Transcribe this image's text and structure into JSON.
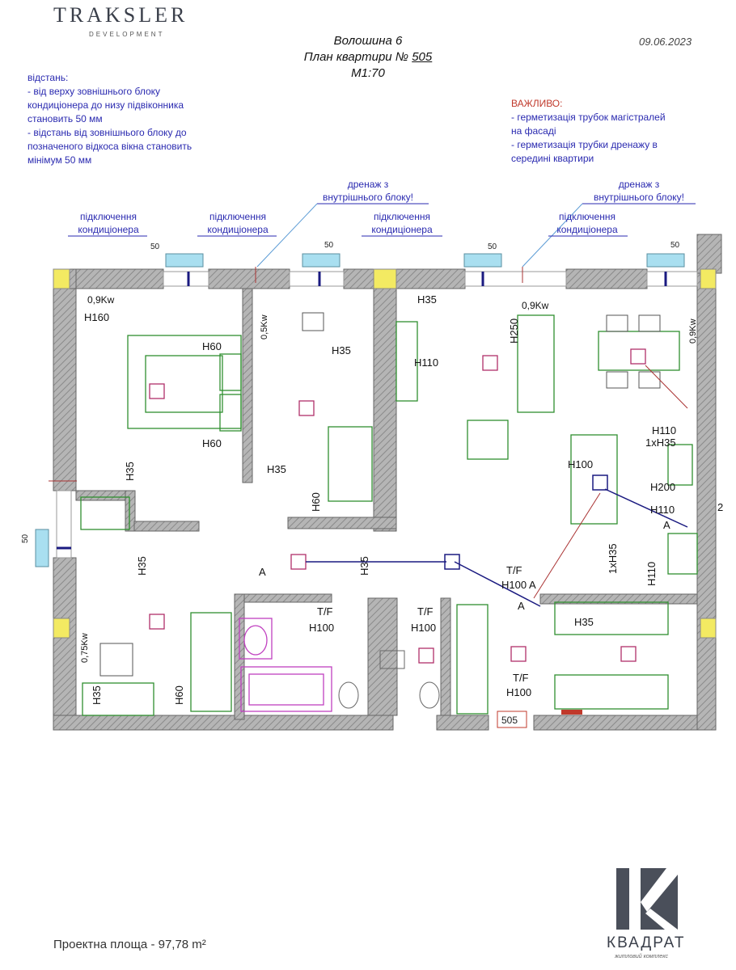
{
  "brand": {
    "name": "TRAKSLER",
    "sub": "DEVELOPMENT"
  },
  "header": {
    "street": "Волошина 6",
    "plan_prefix": "План квартири № ",
    "plan_number": "505",
    "scale": "М1:70",
    "date": "09.06.2023"
  },
  "notes_left": [
    "відстань:",
    "- від верху зовнішнього блоку",
    "кондиціонера до низу підвіконника",
    "становить 50 мм",
    "- відстань від зовнішнього блоку до",
    "позначеного відкоса вікна становить",
    "мінімум 50 мм"
  ],
  "notes_right": {
    "heading": "ВАЖЛИВО:",
    "lines": [
      "- герметизація трубок магістралей",
      "на фасаді",
      "- герметизація трубки дренажу в",
      "середині квартири"
    ]
  },
  "callouts": {
    "connect1": "підключення",
    "connect2": "кондиціонера",
    "drain1": "дренаж з",
    "drain2": "внутрішнього блоку!"
  },
  "plan_labels": {
    "d50": "50",
    "p09": "0,9Kw",
    "p05": "0,5Kw",
    "p075": "0,75Kw",
    "h160": "H160",
    "h60": "H60",
    "h35": "H35",
    "h110": "H110",
    "h250": "H250",
    "h100": "H100",
    "h200": "H200",
    "h1x35": "1xH35",
    "tf": "T/F",
    "tfh100a": "H100 A",
    "a": "A",
    "two": "2",
    "unit": "505"
  },
  "footer": {
    "area_label": "Проектна площа - 97,78 m²",
    "complex_name": "КВАДРАТ",
    "complex_sub": "житловий комплекс"
  },
  "colors": {
    "wall": "#9a9a9a",
    "blue_text": "#2a2ab0",
    "red": "#c0392b",
    "pink": "#b0306a",
    "green": "#2f8f2f",
    "yellow": "#f3ea62",
    "magenta": "#c040c0"
  }
}
